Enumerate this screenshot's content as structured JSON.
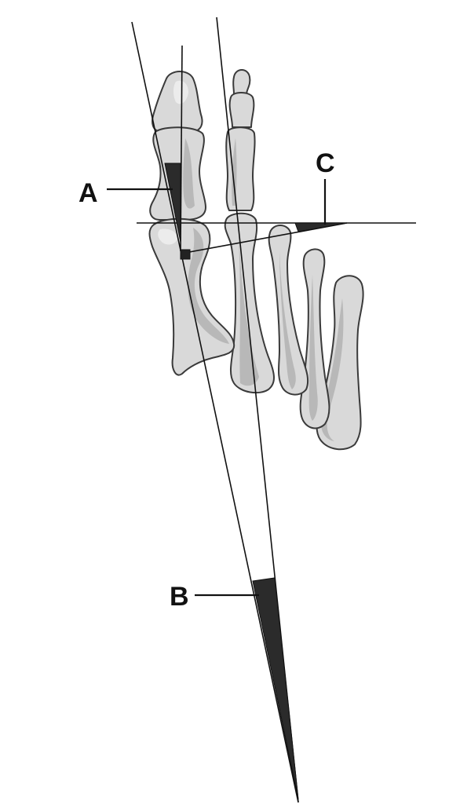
{
  "labels": {
    "a": "A",
    "b": "B",
    "c": "C"
  },
  "colors": {
    "bone_fill": "#d9d9d9",
    "bone_shadow": "#b8b8b8",
    "outline": "#3a3a3a",
    "angle_wedge": "#2b2b2b",
    "background": "#ffffff"
  }
}
